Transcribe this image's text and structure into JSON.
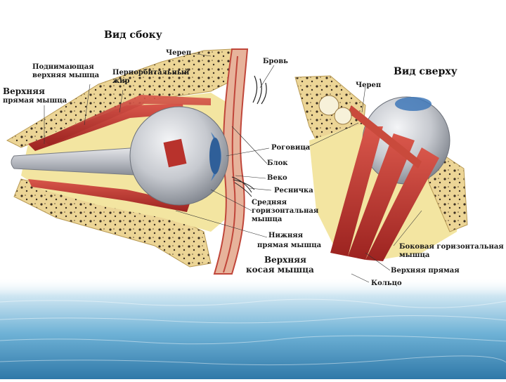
{
  "side_view": {
    "title": "Вид сбоку",
    "labels": {
      "skull": "Череп",
      "eyebrow": "Бровь",
      "levator": [
        "Поднимающая",
        "верхняя мышца"
      ],
      "periorbital_fat": [
        "Периорбитальный",
        "жир"
      ],
      "superior_rectus": [
        "Верхняя",
        "прямая мышца"
      ],
      "cornea": "Роговица",
      "trochlea": "Блок",
      "eyelid": "Веко",
      "eyelash": "Ресничка",
      "medial_rectus": [
        "Средняя",
        "горизонтальная",
        "мышца"
      ],
      "inferior_rectus": [
        "Нижняя",
        "прямая мышца"
      ],
      "superior_oblique": [
        "Верхняя",
        "косая мышца"
      ]
    }
  },
  "top_view": {
    "title": "Вид сверху",
    "labels": {
      "skull": "Череп",
      "lateral_rectus": [
        "Боковая горизонтальная",
        "мышца"
      ],
      "superior_rectus": "Верхняя прямая",
      "ring": "Кольцо"
    }
  },
  "colors": {
    "bone": "#e9cf8a",
    "fat": "#f4e7a6",
    "muscle": "#b8322c",
    "eyeball": "#c9ccd2",
    "iris": "#3f78b8",
    "water": "#5aa3c9"
  }
}
